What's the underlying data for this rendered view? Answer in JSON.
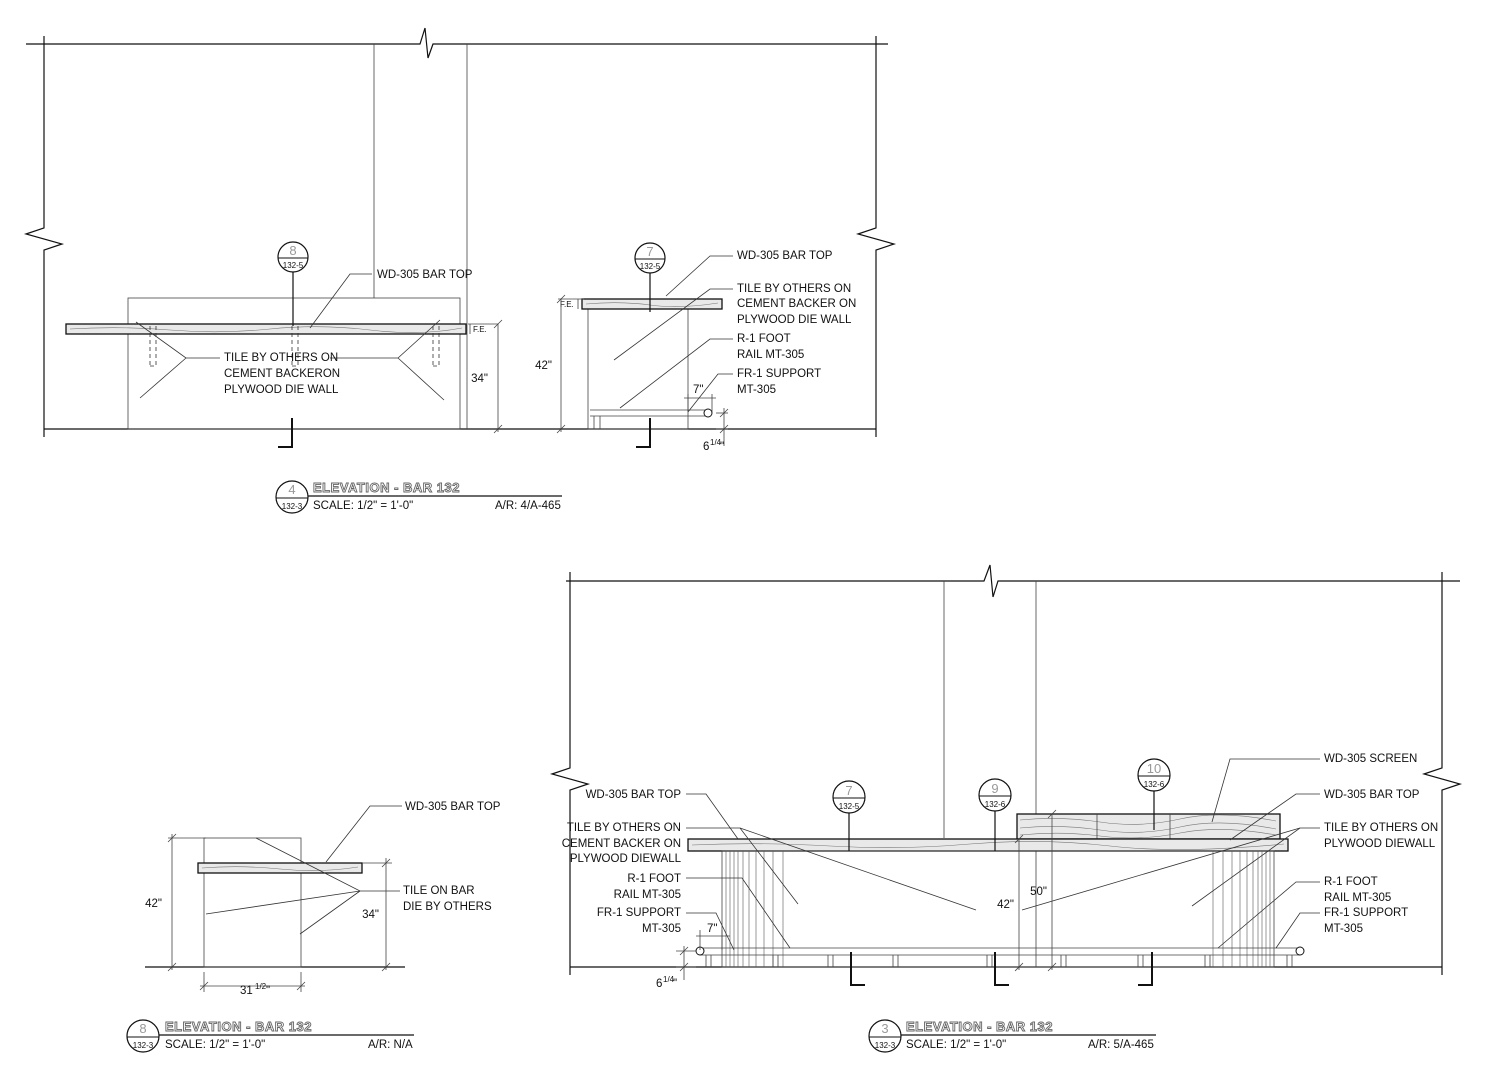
{
  "drawings": {
    "elev4": {
      "title": {
        "number": "4",
        "sheet": "132-3",
        "name": "ELEVATION - BAR 132",
        "scale": "SCALE: 1/2\" = 1'-0\"",
        "ref": "A/R: 4/A-465"
      },
      "tags": [
        {
          "number": "8",
          "sheet": "132-5"
        },
        {
          "number": "7",
          "sheet": "132-5"
        }
      ],
      "notes": {
        "bar_top_a": "WD-305 BAR TOP",
        "tile_a": [
          "TILE BY OTHERS ON",
          "CEMENT BACKERON",
          "PLYWOOD DIE WALL"
        ],
        "bar_top_b": "WD-305 BAR TOP",
        "tile_b": [
          "TILE BY OTHERS ON",
          "CEMENT BACKER ON",
          "PLYWOOD DIE WALL"
        ],
        "foot_rail": [
          "R-1 FOOT",
          "RAIL MT-305"
        ],
        "support": [
          "FR-1 SUPPORT",
          "MT-305"
        ]
      },
      "dims": {
        "fe_a": "F.E.",
        "fe_b": "F.E.",
        "h34": "34\"",
        "h42": "42\"",
        "d7": "7\"",
        "d6": "6",
        "d6_frac": "1/4",
        "d6_unit": "\""
      }
    },
    "elev8": {
      "title": {
        "number": "8",
        "sheet": "132-3",
        "name": "ELEVATION - BAR 132",
        "scale": "SCALE: 1/2\" = 1'-0\"",
        "ref": "A/R: N/A"
      },
      "notes": {
        "bar_top": "WD-305 BAR TOP",
        "tile": [
          "TILE ON BAR",
          "DIE BY OTHERS"
        ]
      },
      "dims": {
        "h42": "42\"",
        "h34": "34\"",
        "w31": "31",
        "w31_frac": "1/2",
        "w31_unit": "\""
      }
    },
    "elev3": {
      "title": {
        "number": "3",
        "sheet": "132-3",
        "name": "ELEVATION - BAR 132",
        "scale": "SCALE: 1/2\" = 1'-0\"",
        "ref": "A/R: 5/A-465"
      },
      "tags": [
        {
          "number": "7",
          "sheet": "132-5"
        },
        {
          "number": "9",
          "sheet": "132-6"
        },
        {
          "number": "10",
          "sheet": "132-6"
        }
      ],
      "notes": {
        "bar_top_left": "WD-305 BAR TOP",
        "tile_left": [
          "TILE BY OTHERS ON",
          "CEMENT BACKER ON",
          "PLYWOOD DIEWALL"
        ],
        "foot_rail_left": [
          "R-1 FOOT",
          "RAIL MT-305"
        ],
        "support_left": [
          "FR-1 SUPPORT",
          "MT-305"
        ],
        "screen": "WD-305 SCREEN",
        "bar_top_right": "WD-305 BAR TOP",
        "tile_right": [
          "TILE BY OTHERS ON",
          "PLYWOOD DIEWALL"
        ],
        "foot_rail_right": [
          "R-1 FOOT",
          "RAIL MT-305"
        ],
        "support_right": [
          "FR-1 SUPPORT",
          "MT-305"
        ]
      },
      "dims": {
        "h42": "42\"",
        "h50": "50\"",
        "d7": "7\"",
        "d6": "6",
        "d6_frac": "1/4",
        "d6_unit": "\""
      }
    }
  }
}
